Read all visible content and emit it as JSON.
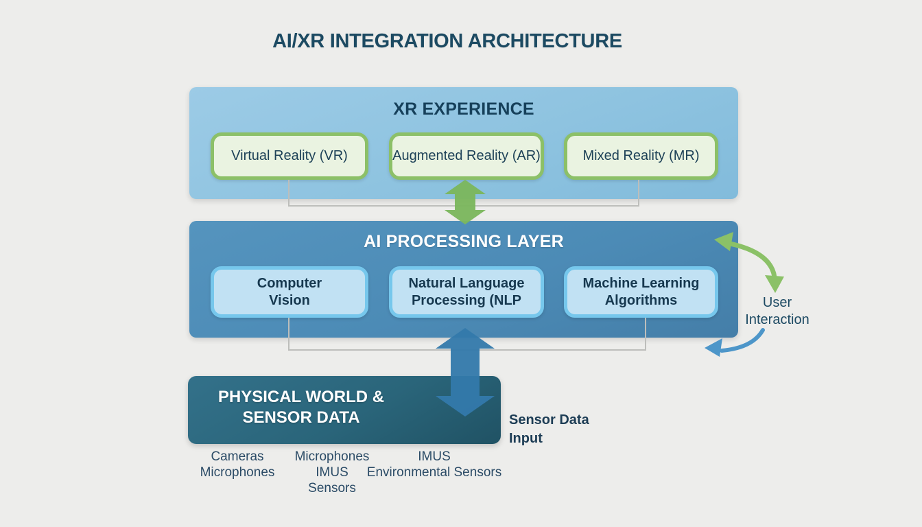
{
  "title": "AI/XR INTEGRATION ARCHITECTURE",
  "layers": {
    "xr": {
      "title": "XR EXPERIENCE",
      "items": [
        "Virtual Reality (VR)",
        "Augmented Reality (AR)",
        "Mixed Reality (MR)"
      ]
    },
    "ai": {
      "title": "AI PROCESSING LAYER",
      "items": [
        [
          "Computer",
          "Vision"
        ],
        [
          "Natural Language",
          "Processing (NLP"
        ],
        [
          "Machine Learning",
          "Algorithms"
        ]
      ]
    },
    "physical": {
      "lines": [
        "PHYSICAL WORLD &",
        "SENSOR DATA"
      ]
    }
  },
  "annotations": {
    "sensor_data_input": [
      "Sensor Data",
      "Input"
    ],
    "user_interaction": [
      "User",
      "Interaction"
    ]
  },
  "sensor_columns": [
    [
      "Cameras",
      "Microphones"
    ],
    [
      "Microphones",
      "IMUS",
      "Sensors"
    ],
    [
      "IMUS",
      "Environmental Sensors"
    ]
  ],
  "colors": {
    "background": "#ededeb",
    "title_text": "#1c4a62",
    "xr_layer_fill": "#8ec3e0",
    "xr_item_fill": "#eaf3e1",
    "xr_item_border": "#8cc068",
    "ai_layer_fill": "#4c8bb6",
    "ai_item_fill": "#c1e1f3",
    "ai_item_border": "#76c7ec",
    "physical_fill": "#2a657a",
    "green_double_arrow": "#7cb75e",
    "blue_double_arrow": "#3379ab",
    "curved_green_arrow": "#8bc167",
    "curved_blue_arrow": "#4d96c9",
    "connector_line": "#bdbebb",
    "box_text": "#1d4157",
    "white_text": "#ffffff"
  }
}
